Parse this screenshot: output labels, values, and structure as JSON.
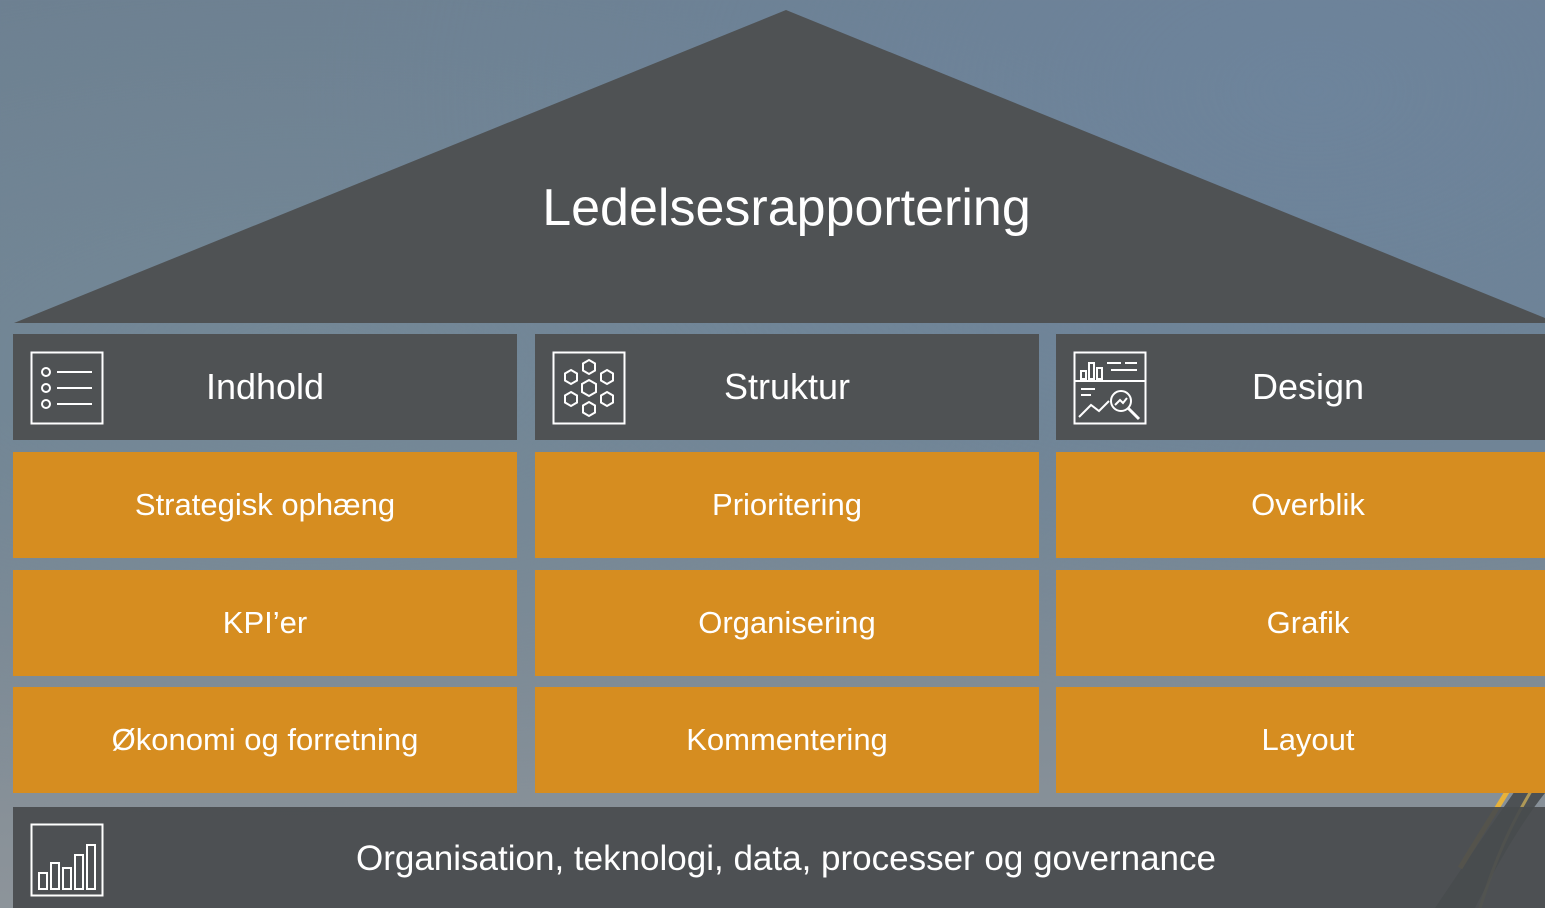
{
  "title": "Ledelsesrapportering",
  "pillars": [
    {
      "header": "Indhold",
      "icon": "checklist-icon",
      "items": [
        "Strategisk ophæng",
        "KPI’er",
        "Økonomi og forretning"
      ]
    },
    {
      "header": "Struktur",
      "icon": "hexagon-network-icon",
      "items": [
        "Prioritering",
        "Organisering",
        "Kommentering"
      ]
    },
    {
      "header": "Design",
      "icon": "chart-magnifier-icon",
      "items": [
        "Overblik",
        "Grafik",
        "Layout"
      ]
    }
  ],
  "foundation": {
    "label": "Organisation, teknologi, data, processer og governance",
    "icon": "bar-chart-icon"
  },
  "colors": {
    "roof": "#4f5254",
    "header": "#4f5254",
    "cell": "#d68d20",
    "text": "#ffffff"
  }
}
